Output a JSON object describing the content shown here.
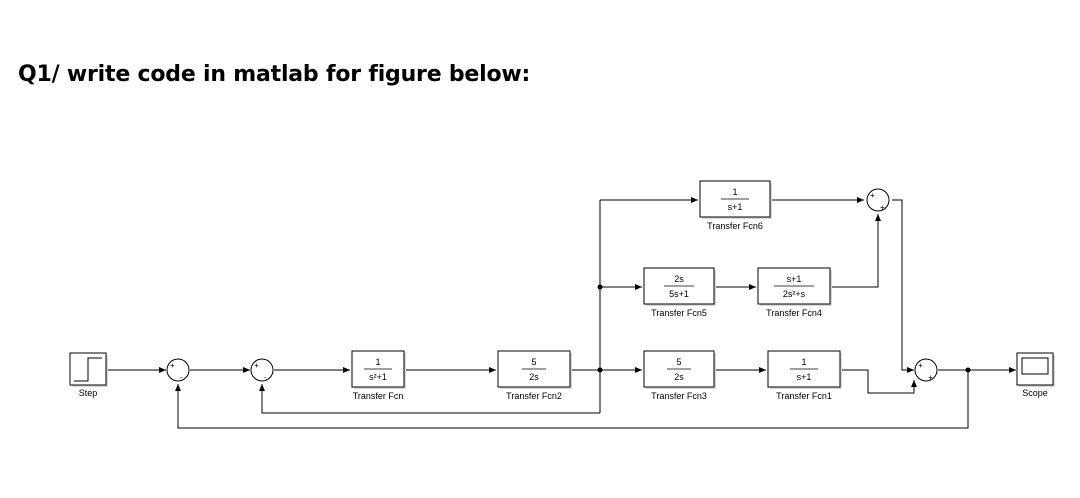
{
  "question": "Q1/ write code in matlab for figure below:",
  "blocks": {
    "step": {
      "label": "Step"
    },
    "scope": {
      "label": "Scope"
    },
    "tf": {
      "num": "1",
      "den": "s²+1",
      "label": "Transfer Fcn"
    },
    "tf2": {
      "num": "5",
      "den": "2s",
      "label": "Transfer Fcn2"
    },
    "tf3": {
      "num": "5",
      "den": "2s",
      "label": "Transfer Fcn3"
    },
    "tf1": {
      "num": "1",
      "den": "s+1",
      "label": "Transfer Fcn1"
    },
    "tf5": {
      "num": "2s",
      "den": "5s+1",
      "label": "Transfer Fcn5"
    },
    "tf4": {
      "num": "s+1",
      "den": "2s²+s",
      "label": "Transfer Fcn4"
    },
    "tf6": {
      "num": "1",
      "den": "s+1",
      "label": "Transfer Fcn6"
    }
  },
  "sums": {
    "sum1": {
      "plus": "+",
      "minus": "-"
    },
    "sum2": {
      "plus": "+",
      "minus": "-"
    },
    "sum3": {
      "plus": "+",
      "minus": "+"
    },
    "sum4": {
      "plus": "+",
      "minus": "+"
    }
  }
}
